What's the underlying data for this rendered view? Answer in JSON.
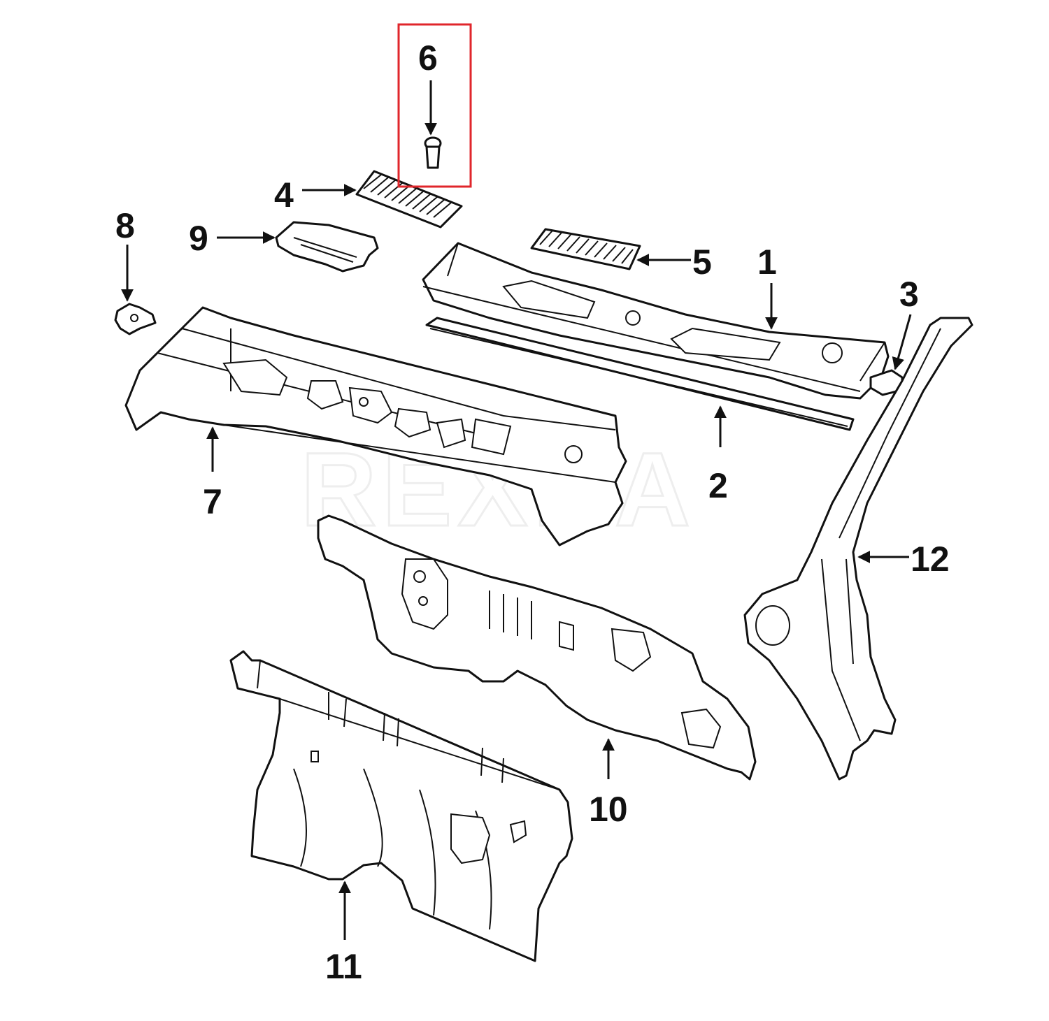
{
  "diagram": {
    "watermark": "REXKA",
    "highlight_color": "#e0262b",
    "highlighted_callout": "6",
    "callouts": [
      {
        "id": "c1",
        "label": "1"
      },
      {
        "id": "c2",
        "label": "2"
      },
      {
        "id": "c3",
        "label": "3"
      },
      {
        "id": "c4",
        "label": "4"
      },
      {
        "id": "c5",
        "label": "5"
      },
      {
        "id": "c6",
        "label": "6"
      },
      {
        "id": "c7",
        "label": "7"
      },
      {
        "id": "c8",
        "label": "8"
      },
      {
        "id": "c9",
        "label": "9"
      },
      {
        "id": "c10",
        "label": "10"
      },
      {
        "id": "c11",
        "label": "11"
      },
      {
        "id": "c12",
        "label": "12"
      }
    ]
  }
}
